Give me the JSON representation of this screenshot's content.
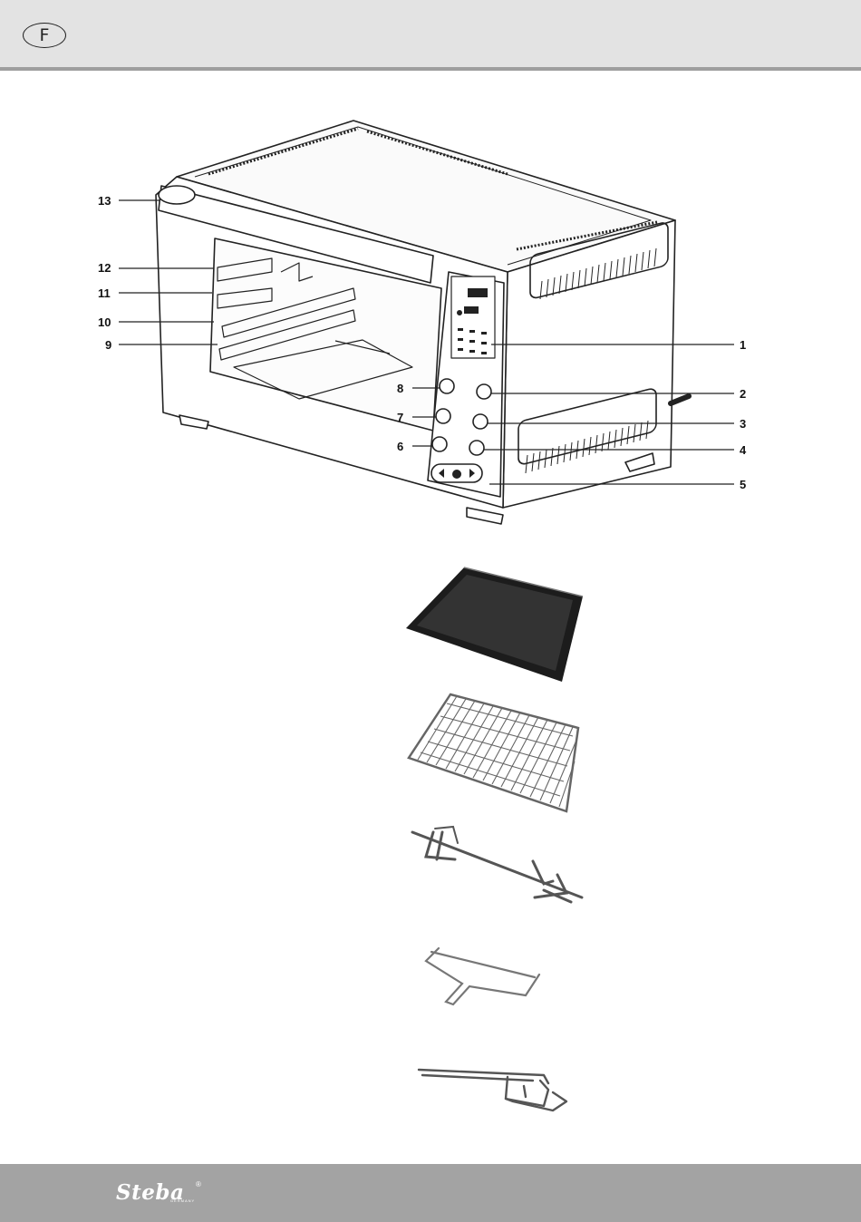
{
  "header": {
    "language_code": "F"
  },
  "diagram": {
    "callouts": {
      "c1": "1",
      "c2": "2",
      "c3": "3",
      "c4": "4",
      "c5": "5",
      "c6": "6",
      "c7": "7",
      "c8": "8",
      "c9": "9",
      "c10": "10",
      "c11": "11",
      "c12": "12",
      "c13": "13"
    }
  },
  "footer": {
    "brand": "Steba",
    "brand_mark": "®",
    "brand_sub": "GERMANY"
  },
  "colors": {
    "header_bg": "#e3e3e3",
    "header_rule": "#9e9e9e",
    "footer_bg": "#a3a3a3"
  }
}
